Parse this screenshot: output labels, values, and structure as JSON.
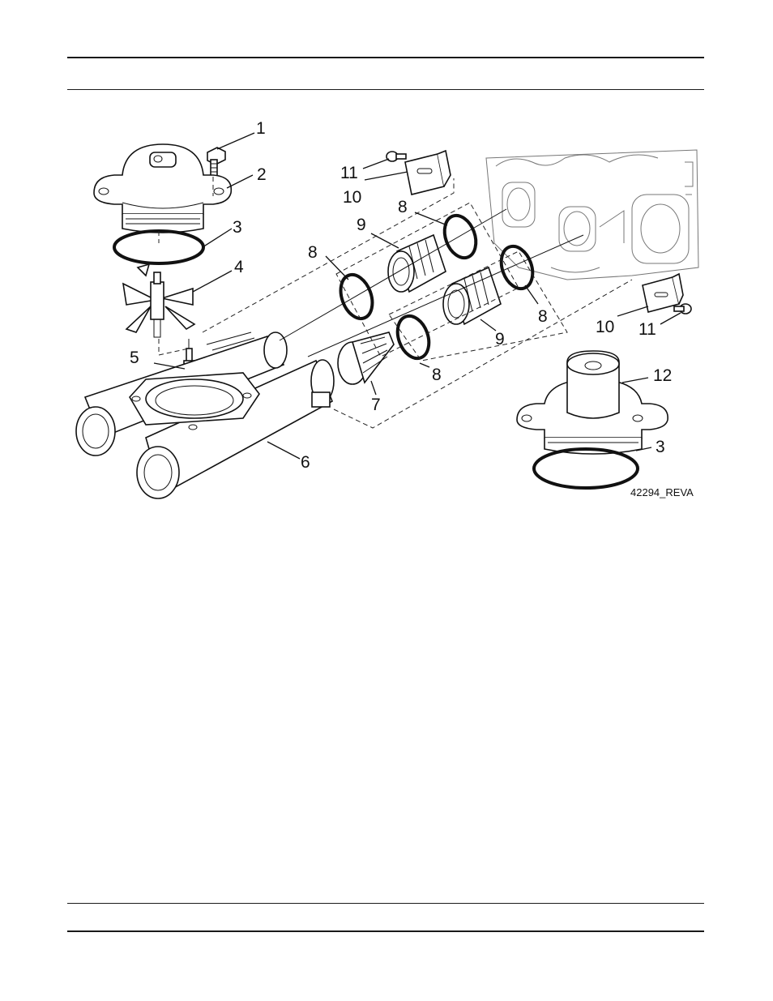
{
  "figure": {
    "reference_code": "42294_REVA",
    "callouts": [
      {
        "id": "c1",
        "label": "1"
      },
      {
        "id": "c2",
        "label": "2"
      },
      {
        "id": "c3a",
        "label": "3"
      },
      {
        "id": "c4",
        "label": "4"
      },
      {
        "id": "c5",
        "label": "5"
      },
      {
        "id": "c6",
        "label": "6"
      },
      {
        "id": "c7",
        "label": "7"
      },
      {
        "id": "c8a",
        "label": "8"
      },
      {
        "id": "c8b",
        "label": "8"
      },
      {
        "id": "c8c",
        "label": "8"
      },
      {
        "id": "c8d",
        "label": "8"
      },
      {
        "id": "c9a",
        "label": "9"
      },
      {
        "id": "c9b",
        "label": "9"
      },
      {
        "id": "c10a",
        "label": "10"
      },
      {
        "id": "c10b",
        "label": "10"
      },
      {
        "id": "c11a",
        "label": "11"
      },
      {
        "id": "c11b",
        "label": "11"
      },
      {
        "id": "c12",
        "label": "12"
      },
      {
        "id": "c3b",
        "label": "3"
      }
    ]
  }
}
